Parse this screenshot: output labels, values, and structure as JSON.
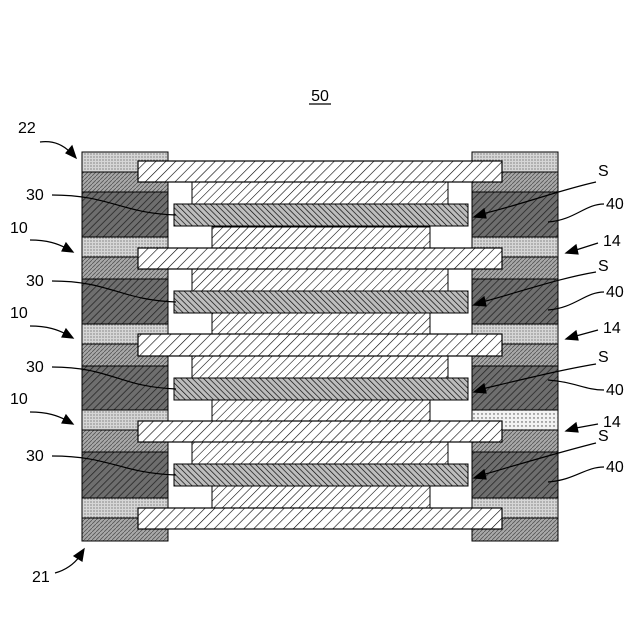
{
  "figure": {
    "title": "50",
    "labels": {
      "ref_22": "22",
      "ref_21": "21",
      "ref_10": "10",
      "ref_30": "30",
      "ref_S": "S",
      "ref_40": "40",
      "ref_14": "14"
    }
  }
}
